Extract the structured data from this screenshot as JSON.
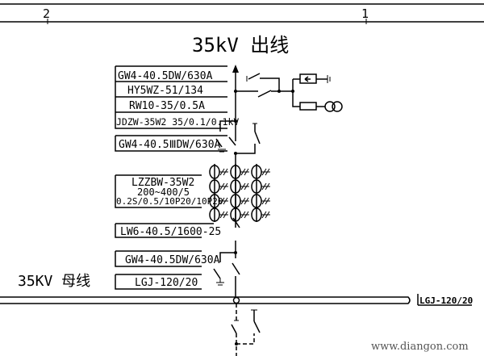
{
  "header": {
    "col_2": "2",
    "col_1": "1"
  },
  "title": "35kV 出线",
  "labels": {
    "outgoing_isolator": "GW4-40.5DW/630A",
    "arrester": "HY5WZ-51/134",
    "fuse": "RW10-35/0.5A",
    "pt": "JDZW-35W2 35/0.1/0.1kV",
    "line_isolator": "GW4-40.5ⅢDW/630A",
    "ct_model": "LZZBW-35W2",
    "ct_ratio": "200~400/5",
    "ct_class": "0.2S/0.5/10P20/10P20",
    "breaker": "LW6-40.5/1600-25",
    "bus_isolator": "GW4-40.5DW/630A",
    "conductor": "LGJ-120/20"
  },
  "busbar": {
    "label": "35KV 母线",
    "conductor": "LGJ-120/20"
  },
  "watermark": "www.diangon.com",
  "colors": {
    "line": "#000000",
    "background": "#ffffff"
  }
}
